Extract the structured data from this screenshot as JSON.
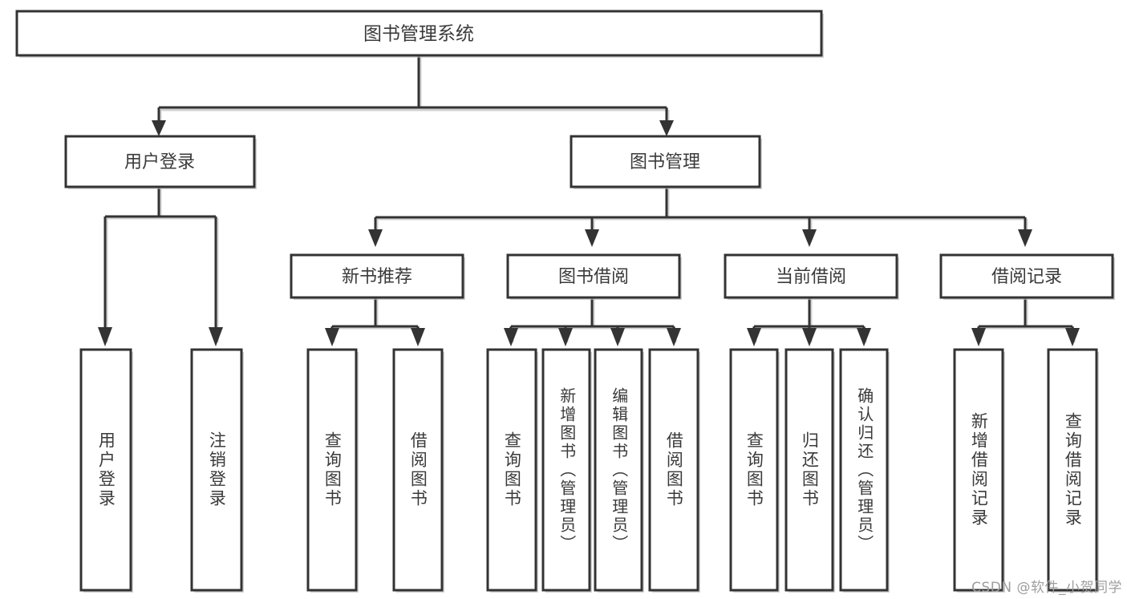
{
  "diagram": {
    "kind": "tree-hierarchy-chart",
    "title": "图书管理系统",
    "background_color": "#ffffff",
    "line_color": "#333333",
    "text_color": "#3a3a3a",
    "shadow_color": "#bbbbbb"
  },
  "root": {
    "label": "图书管理系统"
  },
  "level2": [
    {
      "label": "用户登录"
    },
    {
      "label": "图书管理"
    }
  ],
  "level3": [
    {
      "label": "新书推荐"
    },
    {
      "label": "图书借阅"
    },
    {
      "label": "当前借阅"
    },
    {
      "label": "借阅记录"
    }
  ],
  "leaves": {
    "user_login": [
      {
        "label": "用户登录"
      },
      {
        "label": "注销登录"
      }
    ],
    "new_book_recommend": [
      {
        "label": "查询图书"
      },
      {
        "label": "借阅图书"
      }
    ],
    "book_borrow": [
      {
        "label": "查询图书"
      },
      {
        "label": "新增图书（管理员）"
      },
      {
        "label": "编辑图书（管理员）"
      },
      {
        "label": "借阅图书"
      }
    ],
    "current_borrow": [
      {
        "label": "查询图书"
      },
      {
        "label": "归还图书"
      },
      {
        "label": "确认归还（管理员）"
      }
    ],
    "borrow_record": [
      {
        "label": "新增借阅记录"
      },
      {
        "label": "查询借阅记录"
      }
    ]
  },
  "watermark": {
    "text": "CSDN @软件_小贺同学"
  }
}
